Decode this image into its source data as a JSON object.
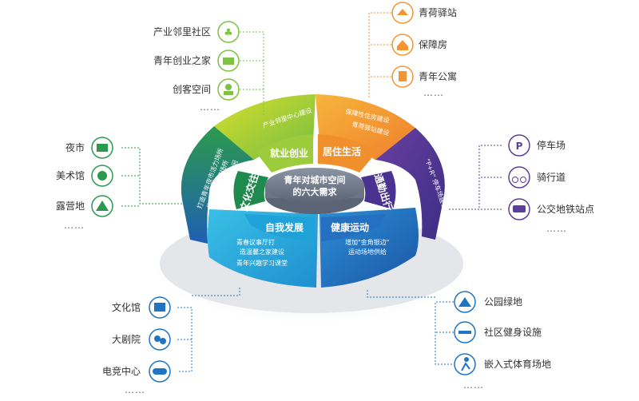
{
  "center": {
    "line1": "青年对城市空间",
    "line2": "的六大需求"
  },
  "needs": {
    "jiuye": {
      "label": "就业创业",
      "desc": "产业邻里中心建设"
    },
    "juzhu": {
      "label": "居住生活",
      "desc1": "保障性住房建设",
      "desc2": "青荷驿站建设"
    },
    "tongqin": {
      "label": "通勤出行",
      "desc": "\"P+R\" 停车场建设"
    },
    "jiankang": {
      "label": "健康运动",
      "desc1": "增加\"金角银边\"",
      "desc2": "运动场地供给"
    },
    "ziwo": {
      "label": "自我发展",
      "desc1": "青春议事厅打",
      "desc2": "造温馨之家建设",
      "desc3": "青年兴趣学习课堂"
    },
    "wenhua": {
      "label": "文化交往",
      "desc1": "打造青年夜市活力场所",
      "desc2": "优化城市夜间场所",
      "desc3": "提升城市游憩休闲"
    }
  },
  "groups": {
    "top_left": {
      "items": [
        "产业邻里社区",
        "青年创业之家",
        "创客空间"
      ],
      "more": "……"
    },
    "top_right": {
      "items": [
        "青荷驿站",
        "保障房",
        "青年公寓"
      ],
      "more": "……"
    },
    "left": {
      "items": [
        "夜市",
        "美术馆",
        "露营地"
      ],
      "more": "……"
    },
    "right": {
      "items": [
        "停车场",
        "骑行道",
        "公交地铁站点"
      ],
      "more": "……"
    },
    "bottom_left": {
      "items": [
        "文化馆",
        "大剧院",
        "电竞中心"
      ],
      "more": "……"
    },
    "bottom_right": {
      "items": [
        "公园绿地",
        "社区健身设施",
        "嵌入式体育场地"
      ],
      "more": "……"
    }
  },
  "colors": {
    "green": "#7dc242",
    "orange": "#f39632",
    "purple": "#5b3f9b",
    "blue": "#1f75c4",
    "cyan": "#2aa9df",
    "teal": "#1f9a6e"
  },
  "icons": {
    "top_left": [
      "community-icon",
      "briefcase-icon",
      "maker-icon"
    ],
    "top_right": [
      "station-icon",
      "house-icon",
      "apartment-icon"
    ],
    "left": [
      "food-stall-icon",
      "palette-icon",
      "tent-icon"
    ],
    "right": [
      "parking-icon",
      "bicycle-icon",
      "bus-icon"
    ],
    "bottom_left": [
      "book-icon",
      "theater-mask-icon",
      "gamepad-icon"
    ],
    "bottom_right": [
      "park-icon",
      "fitness-icon",
      "running-icon"
    ]
  }
}
